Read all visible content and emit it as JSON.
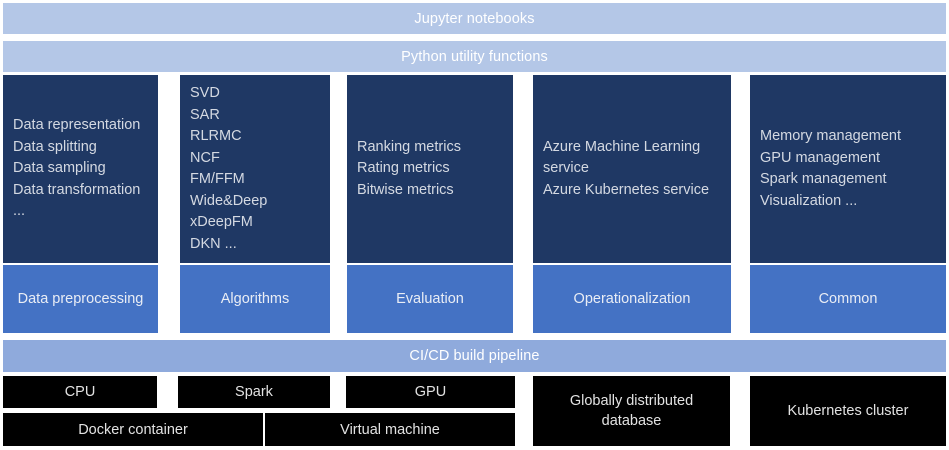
{
  "colors": {
    "banner_light": "#B4C7E7",
    "banner_pipeline": "#8FAADC",
    "pillar_body": "#1F3864",
    "pillar_label": "#4472C4",
    "infra": "#000000",
    "text_light": "#E9EDF5"
  },
  "banners": {
    "top": "Jupyter notebooks",
    "utilities": "Python utility functions",
    "pipeline": "CI/CD build pipeline"
  },
  "pillars": [
    {
      "label": "Data preprocessing",
      "items": [
        "Data representation",
        "Data splitting",
        "Data sampling",
        "Data transformation ..."
      ]
    },
    {
      "label": "Algorithms",
      "items": [
        "SVD",
        "SAR",
        "RLRMC",
        "NCF",
        "FM/FFM",
        "Wide&Deep",
        "xDeepFM",
        "DKN ..."
      ]
    },
    {
      "label": "Evaluation",
      "items": [
        "Ranking metrics",
        "Rating metrics",
        "Bitwise metrics"
      ]
    },
    {
      "label": "Operationalization",
      "items": [
        "Azure Machine Learning service",
        "Azure Kubernetes service"
      ]
    },
    {
      "label": "Common",
      "items": [
        "Memory management",
        "GPU management",
        "Spark management",
        "Visualization ..."
      ]
    }
  ],
  "infrastructure": [
    {
      "name": "cpu",
      "label": "CPU"
    },
    {
      "name": "spark",
      "label": "Spark"
    },
    {
      "name": "gpu",
      "label": "GPU"
    },
    {
      "name": "docker",
      "label": "Docker container"
    },
    {
      "name": "vm",
      "label": "Virtual machine"
    },
    {
      "name": "globaldb",
      "label": "Globally distributed database"
    },
    {
      "name": "k8s",
      "label": "Kubernetes cluster"
    }
  ]
}
